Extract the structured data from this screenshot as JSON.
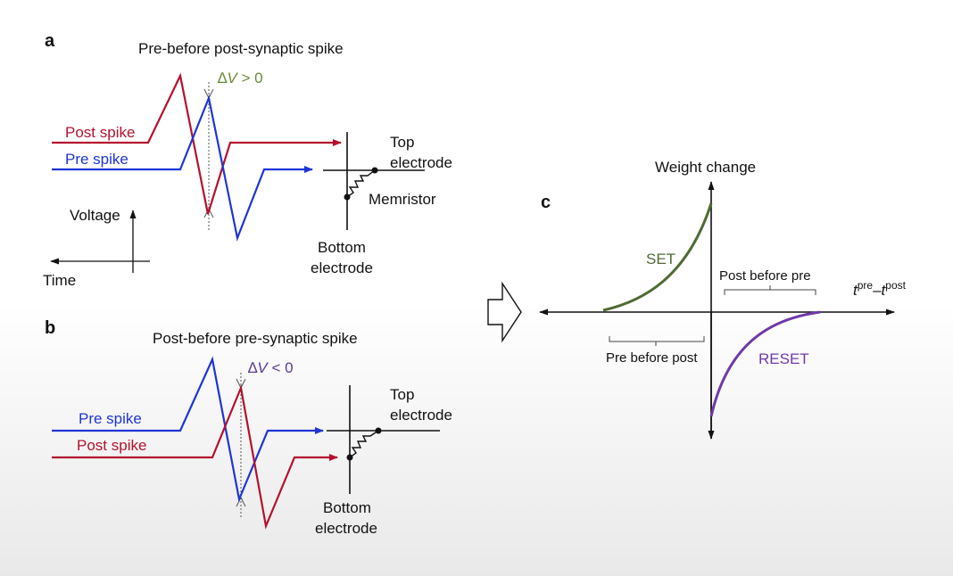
{
  "panel_a": {
    "letter": "a",
    "title": "Pre-before post-synaptic spike",
    "delta_prefix": "∆",
    "delta_var": "V",
    "delta_rel": " > 0",
    "post_label": "Post spike",
    "pre_label": "Pre spike",
    "top_label_1": "Top",
    "top_label_2": "electrode",
    "memristor_label": "Memristor",
    "bottom_label_1": "Bottom",
    "bottom_label_2": "electrode",
    "voltage_label": "Voltage",
    "time_label": "Time"
  },
  "panel_b": {
    "letter": "b",
    "title": "Post-before pre-synaptic spike",
    "delta_prefix": "∆",
    "delta_var": "V",
    "delta_rel": " < 0",
    "pre_label": "Pre spike",
    "post_label": "Post spike",
    "top_label_1": "Top",
    "top_label_2": "electrode",
    "bottom_label_1": "Bottom",
    "bottom_label_2": "electrode"
  },
  "panel_c": {
    "letter": "c",
    "y_label": "Weight change",
    "x_label_t1": "t",
    "x_label_sup1": "pre",
    "x_label_dash": "–",
    "x_label_t2": "t",
    "x_label_sup2": "post",
    "set_label": "SET",
    "reset_label": "RESET",
    "post_before_pre": "Post before pre",
    "pre_before_post": "Pre before post"
  },
  "colors": {
    "post_spike": "#b3122e",
    "pre_spike": "#1f35d6",
    "delta_positive": "#6a8a3a",
    "delta_negative": "#5b3a96",
    "set_curve": "#4f6b32",
    "reset_curve": "#6f3aa8",
    "axis": "#111111"
  }
}
